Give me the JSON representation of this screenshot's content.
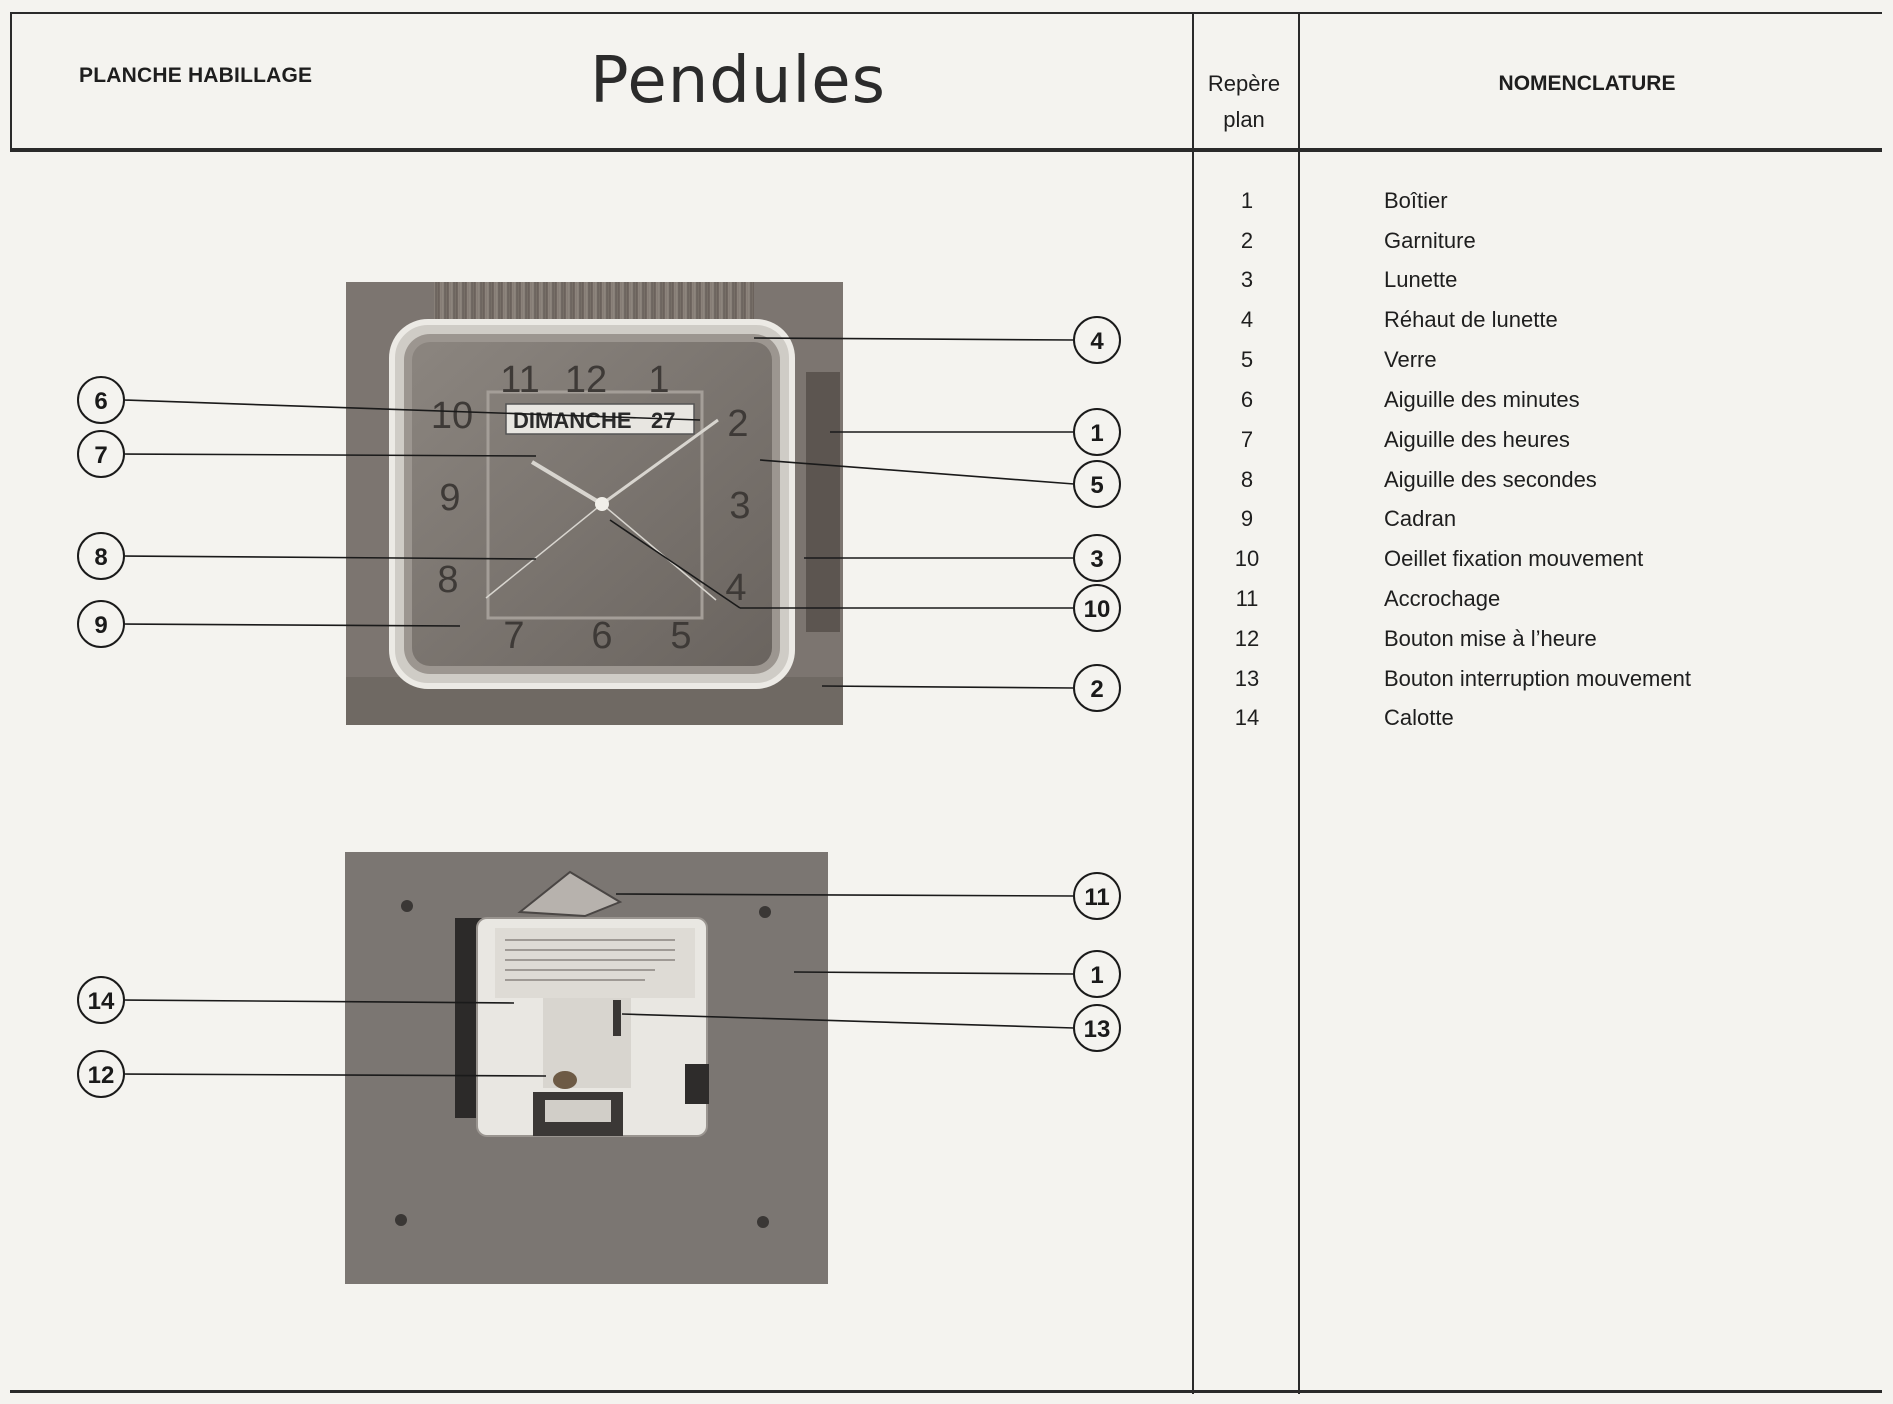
{
  "header": {
    "section_label": "PLANCHE HABILLAGE",
    "title": "Pendules",
    "col_repere": "Repère plan",
    "col_nomenclature": "NOMENCLATURE"
  },
  "nomenclature": [
    {
      "num": "1",
      "name": "Boîtier"
    },
    {
      "num": "2",
      "name": "Garniture"
    },
    {
      "num": "3",
      "name": "Lunette"
    },
    {
      "num": "4",
      "name": "Réhaut de lunette"
    },
    {
      "num": "5",
      "name": "Verre"
    },
    {
      "num": "6",
      "name": "Aiguille des minutes"
    },
    {
      "num": "7",
      "name": "Aiguille des heures"
    },
    {
      "num": "8",
      "name": "Aiguille des secondes"
    },
    {
      "num": "9",
      "name": "Cadran"
    },
    {
      "num": "10",
      "name": "Oeillet fixation mouvement"
    },
    {
      "num": "11",
      "name": "Accrochage"
    },
    {
      "num": "12",
      "name": "Bouton mise à l’heure"
    },
    {
      "num": "13",
      "name": "Bouton interruption mouvement"
    },
    {
      "num": "14",
      "name": "Calotte"
    }
  ],
  "front_photo": {
    "dial_numerals": [
      "11",
      "12",
      "1",
      "2",
      "3",
      "4",
      "5",
      "6",
      "7",
      "8",
      "9",
      "10"
    ],
    "day_window": "DIMANCHE",
    "date_window": "27"
  },
  "callouts_front": [
    "4",
    "6",
    "1",
    "7",
    "5",
    "8",
    "3",
    "10",
    "9",
    "2"
  ],
  "callouts_back": [
    "11",
    "1",
    "14",
    "13",
    "12"
  ]
}
